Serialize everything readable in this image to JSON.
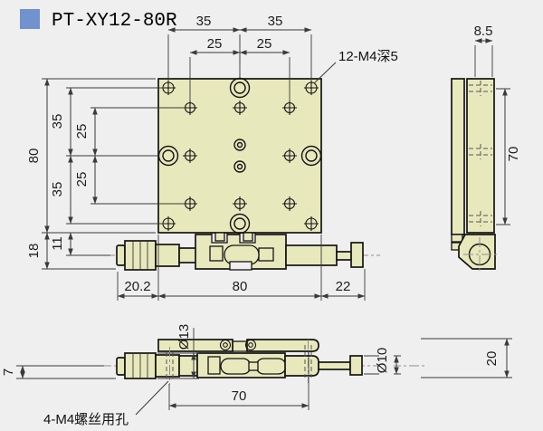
{
  "page": {
    "background": "#efefef"
  },
  "header": {
    "logo_color": "#7291cf",
    "product_code": "PT-XY12-80R"
  },
  "notes": {
    "thread_holes": "12-M4深5",
    "screw_clearance_holes": "4-M4螺丝用孔"
  },
  "front_view": {
    "dims": {
      "top_outer_left": "35",
      "top_outer_right": "35",
      "top_inner_left": "25",
      "top_inner_right": "25",
      "left_overall": "80",
      "left_upper": "35",
      "left_inner_upper": "25",
      "left_inner_lower": "25",
      "left_lower": "35",
      "left_base": "18",
      "left_axis": "11",
      "bottom_left": "20.2",
      "bottom_center": "80",
      "bottom_right": "22"
    }
  },
  "side_view": {
    "dims": {
      "top_width": "8.5",
      "span": "70"
    }
  },
  "bottom_view": {
    "dims": {
      "knob_dia": "Ø13",
      "axis_offset": "7",
      "hole_span": "70",
      "rod_dia": "Ø10",
      "thickness": "20"
    }
  }
}
